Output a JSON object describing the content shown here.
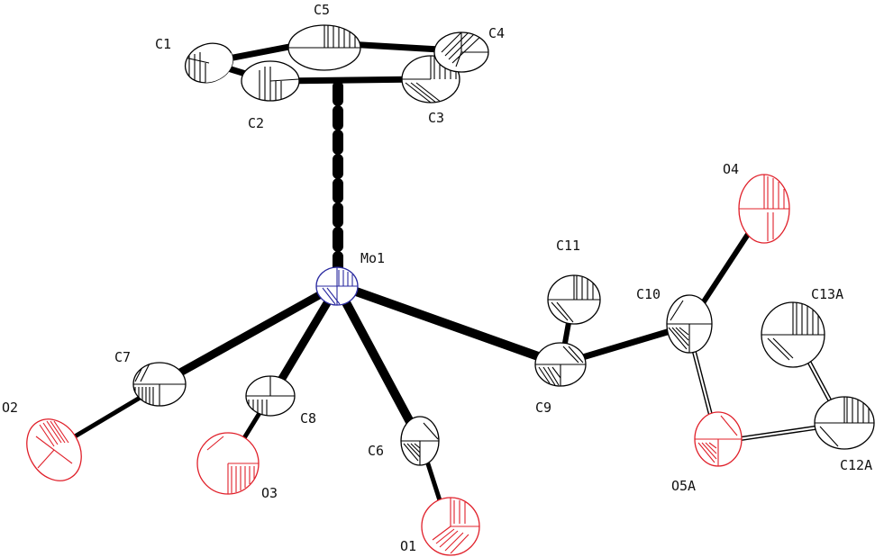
{
  "atoms": [
    {
      "id": "Mo1",
      "label": "Mo1",
      "element": "Mo",
      "color": "#2a2aa0"
    },
    {
      "id": "C1",
      "label": "C1",
      "element": "C",
      "color": "#000000"
    },
    {
      "id": "C2",
      "label": "C2",
      "element": "C",
      "color": "#000000"
    },
    {
      "id": "C3",
      "label": "C3",
      "element": "C",
      "color": "#000000"
    },
    {
      "id": "C4",
      "label": "C4",
      "element": "C",
      "color": "#000000"
    },
    {
      "id": "C5",
      "label": "C5",
      "element": "C",
      "color": "#000000"
    },
    {
      "id": "C6",
      "label": "C6",
      "element": "C",
      "color": "#000000"
    },
    {
      "id": "C7",
      "label": "C7",
      "element": "C",
      "color": "#000000"
    },
    {
      "id": "C8",
      "label": "C8",
      "element": "C",
      "color": "#000000"
    },
    {
      "id": "C9",
      "label": "C9",
      "element": "C",
      "color": "#000000"
    },
    {
      "id": "C10",
      "label": "C10",
      "element": "C",
      "color": "#000000"
    },
    {
      "id": "C11",
      "label": "C11",
      "element": "C",
      "color": "#000000"
    },
    {
      "id": "C12A",
      "label": "C12A",
      "element": "C",
      "color": "#000000"
    },
    {
      "id": "C13A",
      "label": "C13A",
      "element": "C",
      "color": "#000000"
    },
    {
      "id": "O1",
      "label": "O1",
      "element": "O",
      "color": "#e0202a"
    },
    {
      "id": "O2",
      "label": "O2",
      "element": "O",
      "color": "#e0202a"
    },
    {
      "id": "O3",
      "label": "O3",
      "element": "O",
      "color": "#e0202a"
    },
    {
      "id": "O4",
      "label": "O4",
      "element": "O",
      "color": "#e0202a"
    },
    {
      "id": "O5A",
      "label": "O5A",
      "element": "O",
      "color": "#e0202a"
    }
  ],
  "bonds": [
    {
      "from": "C1",
      "to": "C5",
      "style": "solid"
    },
    {
      "from": "C5",
      "to": "C4",
      "style": "solid"
    },
    {
      "from": "C4",
      "to": "C3",
      "style": "solid"
    },
    {
      "from": "C3",
      "to": "C2",
      "style": "solid"
    },
    {
      "from": "C2",
      "to": "C1",
      "style": "solid"
    },
    {
      "from": "Cp-centroid",
      "to": "Mo1",
      "style": "dashed"
    },
    {
      "from": "Mo1",
      "to": "C7",
      "style": "solid"
    },
    {
      "from": "C7",
      "to": "O2",
      "style": "solid"
    },
    {
      "from": "Mo1",
      "to": "C8",
      "style": "solid"
    },
    {
      "from": "C8",
      "to": "O3",
      "style": "solid"
    },
    {
      "from": "Mo1",
      "to": "C6",
      "style": "solid"
    },
    {
      "from": "C6",
      "to": "O1",
      "style": "solid"
    },
    {
      "from": "Mo1",
      "to": "C9",
      "style": "solid"
    },
    {
      "from": "C9",
      "to": "C11",
      "style": "solid"
    },
    {
      "from": "C9",
      "to": "C10",
      "style": "solid"
    },
    {
      "from": "C10",
      "to": "O4",
      "style": "solid"
    },
    {
      "from": "C10",
      "to": "O5A",
      "style": "open"
    },
    {
      "from": "O5A",
      "to": "C12A",
      "style": "open"
    },
    {
      "from": "C12A",
      "to": "C13A",
      "style": "open"
    }
  ]
}
